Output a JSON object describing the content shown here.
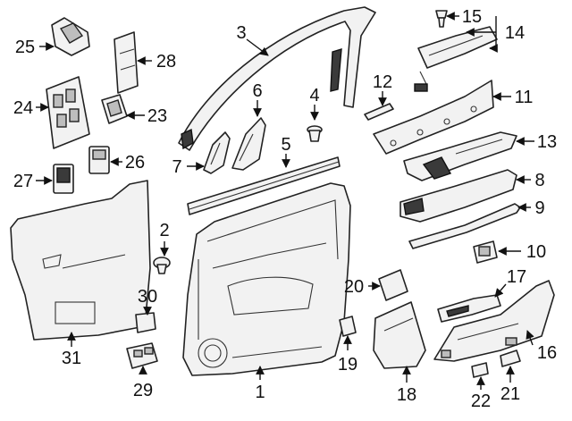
{
  "callouts": [
    {
      "label": "1"
    },
    {
      "label": "2"
    },
    {
      "label": "3"
    },
    {
      "label": "4"
    },
    {
      "label": "5"
    },
    {
      "label": "6"
    },
    {
      "label": "7"
    },
    {
      "label": "8"
    },
    {
      "label": "9"
    },
    {
      "label": "10"
    },
    {
      "label": "11"
    },
    {
      "label": "12"
    },
    {
      "label": "13"
    },
    {
      "label": "14"
    },
    {
      "label": "15"
    },
    {
      "label": "16"
    },
    {
      "label": "17"
    },
    {
      "label": "18"
    },
    {
      "label": "19"
    },
    {
      "label": "20"
    },
    {
      "label": "21"
    },
    {
      "label": "22"
    },
    {
      "label": "23"
    },
    {
      "label": "24"
    },
    {
      "label": "25"
    },
    {
      "label": "26"
    },
    {
      "label": "27"
    },
    {
      "label": "28"
    },
    {
      "label": "29"
    },
    {
      "label": "30"
    },
    {
      "label": "31"
    }
  ]
}
